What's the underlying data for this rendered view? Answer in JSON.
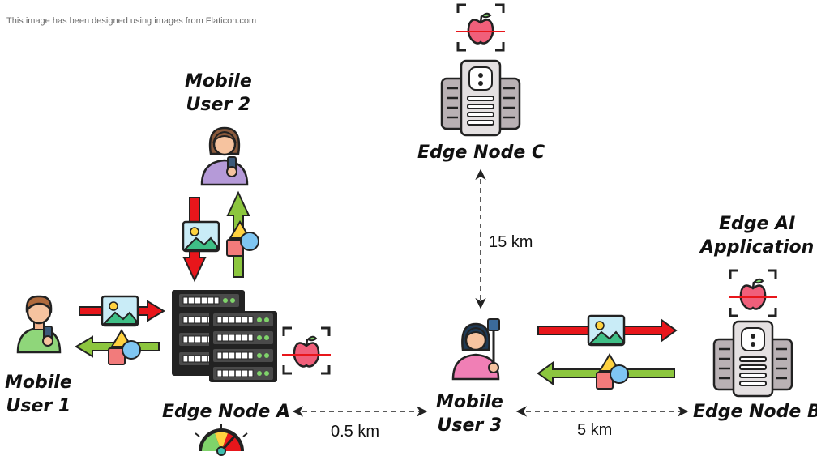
{
  "credit": "This image has been designed using images from Flaticon.com",
  "labels": {
    "mobile_user_1": [
      "Mobile",
      "User 1"
    ],
    "mobile_user_2": [
      "Mobile",
      "User 2"
    ],
    "mobile_user_3": [
      "Mobile",
      "User 3"
    ],
    "edge_node_a": "Edge Node A",
    "edge_node_b": "Edge Node B",
    "edge_node_c": "Edge Node C",
    "edge_ai_application": [
      "Edge AI",
      "Application"
    ]
  },
  "distances": {
    "a_to_user3": "0.5 km",
    "user3_to_b": "5 km",
    "user3_to_c": "15 km"
  },
  "colors": {
    "request_arrow": "#e8161b",
    "response_arrow": "#8cc63e",
    "connector": "#222222",
    "server_body": "#4a4a4a",
    "server_panel": "#b9b1b4"
  },
  "icons": [
    "person-with-phone-icon",
    "person-with-selfie-stick-icon",
    "server-rack-icon",
    "server-tower-icon",
    "apple-scan-icon",
    "image-icon",
    "shapes-icon",
    "gauge-icon"
  ]
}
